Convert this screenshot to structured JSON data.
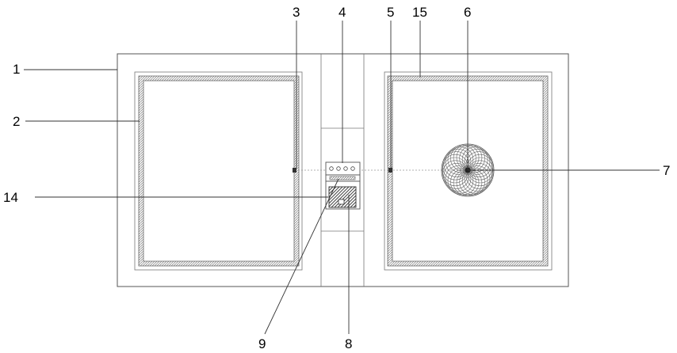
{
  "labels": {
    "l1": "1",
    "l2": "2",
    "l3": "3",
    "l4": "4",
    "l5": "5",
    "l6": "6",
    "l7": "7",
    "l8": "8",
    "l9": "9",
    "l14": "14",
    "l15": "15"
  },
  "colors": {
    "line": "#555555",
    "hatch": "#8a8a8a",
    "text": "#000000"
  }
}
